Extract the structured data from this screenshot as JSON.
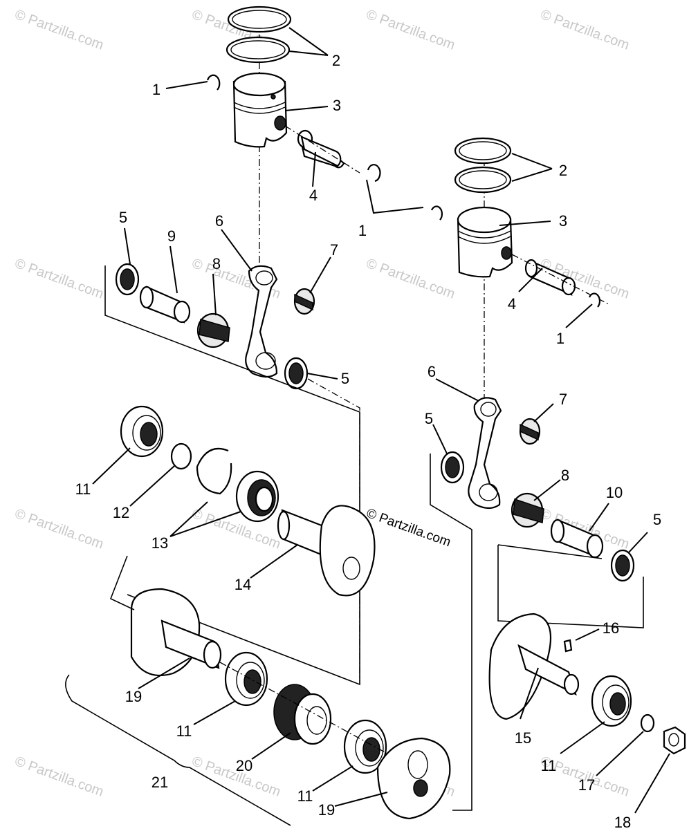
{
  "watermark": "© Partzilla.com",
  "center_watermark": "© Partzilla.com",
  "callouts": {
    "l1_top": "1",
    "l2_top": "2",
    "l3_top": "3",
    "l4_top": "4",
    "l5_upper": "5",
    "l9": "9",
    "l6_left": "6",
    "l8_left": "8",
    "l7_left": "7",
    "l5_mid": "5",
    "l11_a": "11",
    "l12": "12",
    "l13": "13",
    "l14": "14",
    "l19_a": "19",
    "l11_b": "11",
    "l20": "20",
    "l21": "21",
    "l11_c": "11",
    "l19_b": "19",
    "r2": "2",
    "r1_a": "1",
    "r3": "3",
    "r4": "4",
    "r1_b": "1",
    "r6": "6",
    "r7": "7",
    "r5_a": "5",
    "r8": "8",
    "r10": "10",
    "r5_b": "5",
    "r16": "16",
    "r15": "15",
    "r11": "11",
    "r17": "17",
    "r18": "18"
  }
}
